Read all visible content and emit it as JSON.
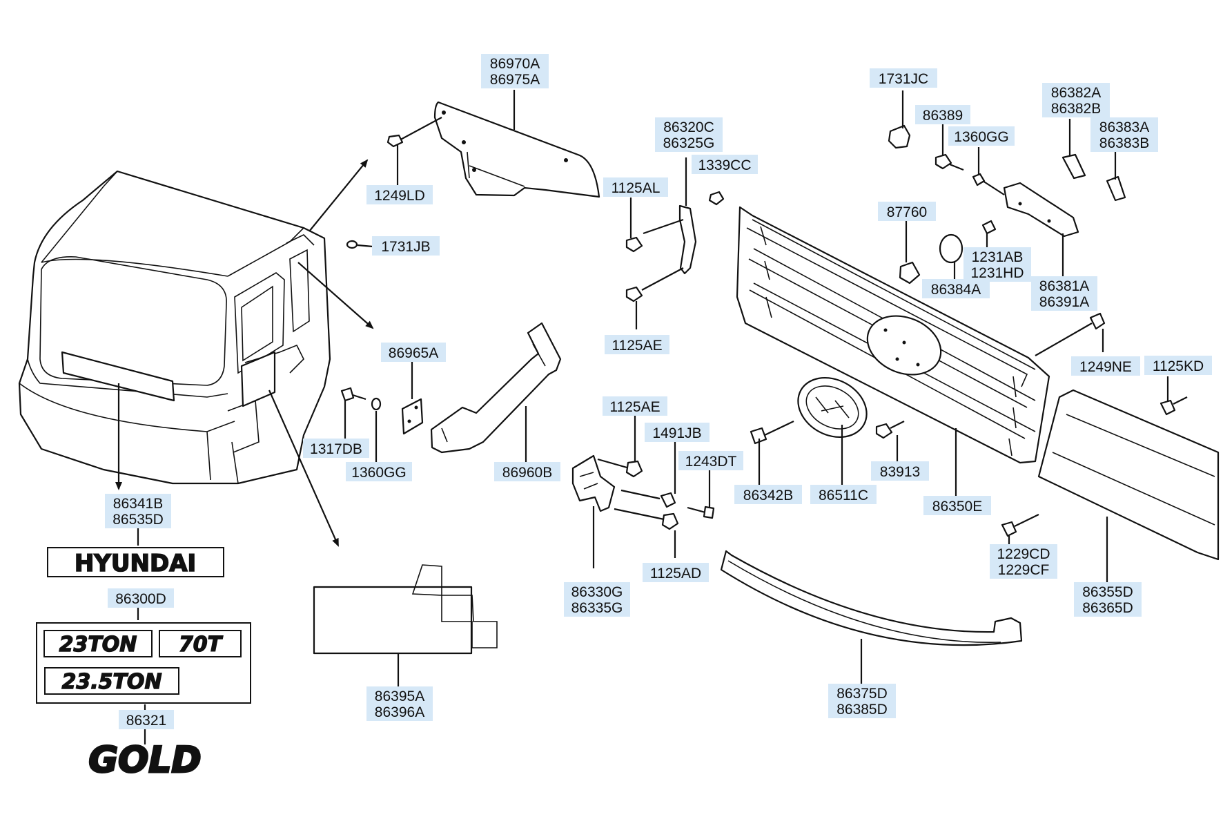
{
  "callouts": [
    {
      "id": "86970A",
      "lines": [
        "86970A",
        "86975A"
      ]
    },
    {
      "id": "1249LD",
      "lines": [
        "1249LD"
      ]
    },
    {
      "id": "1731JB",
      "lines": [
        "1731JB"
      ]
    },
    {
      "id": "86965A",
      "lines": [
        "86965A"
      ]
    },
    {
      "id": "1317DB",
      "lines": [
        "1317DB"
      ]
    },
    {
      "id": "1360GG-a",
      "lines": [
        "1360GG"
      ]
    },
    {
      "id": "86960B",
      "lines": [
        "86960B"
      ]
    },
    {
      "id": "86320C",
      "lines": [
        "86320C",
        "86325G"
      ]
    },
    {
      "id": "1339CC",
      "lines": [
        "1339CC"
      ]
    },
    {
      "id": "1125AL",
      "lines": [
        "1125AL"
      ]
    },
    {
      "id": "1125AE-a",
      "lines": [
        "1125AE"
      ]
    },
    {
      "id": "1125AE-b",
      "lines": [
        "1125AE"
      ]
    },
    {
      "id": "1491JB",
      "lines": [
        "1491JB"
      ]
    },
    {
      "id": "1243DT",
      "lines": [
        "1243DT"
      ]
    },
    {
      "id": "86330G",
      "lines": [
        "86330G",
        "86335G"
      ]
    },
    {
      "id": "1125AD",
      "lines": [
        "1125AD"
      ]
    },
    {
      "id": "1731JC",
      "lines": [
        "1731JC"
      ]
    },
    {
      "id": "86389",
      "lines": [
        "86389"
      ]
    },
    {
      "id": "1360GG-b",
      "lines": [
        "1360GG"
      ]
    },
    {
      "id": "86382A",
      "lines": [
        "86382A",
        "86382B"
      ]
    },
    {
      "id": "86383A",
      "lines": [
        "86383A",
        "86383B"
      ]
    },
    {
      "id": "87760",
      "lines": [
        "87760"
      ]
    },
    {
      "id": "1231AB",
      "lines": [
        "1231AB",
        "1231HD"
      ]
    },
    {
      "id": "86384A",
      "lines": [
        "86384A"
      ]
    },
    {
      "id": "86381A",
      "lines": [
        "86381A",
        "86391A"
      ]
    },
    {
      "id": "1249NE",
      "lines": [
        "1249NE"
      ]
    },
    {
      "id": "1125KD",
      "lines": [
        "1125KD"
      ]
    },
    {
      "id": "86342B",
      "lines": [
        "86342B"
      ]
    },
    {
      "id": "86511C",
      "lines": [
        "86511C"
      ]
    },
    {
      "id": "83913",
      "lines": [
        "83913"
      ]
    },
    {
      "id": "86350E",
      "lines": [
        "86350E"
      ]
    },
    {
      "id": "1229CD",
      "lines": [
        "1229CD",
        "1229CF"
      ]
    },
    {
      "id": "86355D",
      "lines": [
        "86355D",
        "86365D"
      ]
    },
    {
      "id": "86375D",
      "lines": [
        "86375D",
        "86385D"
      ]
    },
    {
      "id": "86341B",
      "lines": [
        "86341B",
        "86535D"
      ]
    },
    {
      "id": "86300D",
      "lines": [
        "86300D"
      ]
    },
    {
      "id": "86321",
      "lines": [
        "86321"
      ]
    },
    {
      "id": "86395A",
      "lines": [
        "86395A",
        "86396A"
      ]
    }
  ],
  "emblems": {
    "hyundai": "HYUNDAI",
    "ton23": "23TON",
    "ton70": "70T",
    "ton235": "23.5TON",
    "gold": "GOLD"
  }
}
